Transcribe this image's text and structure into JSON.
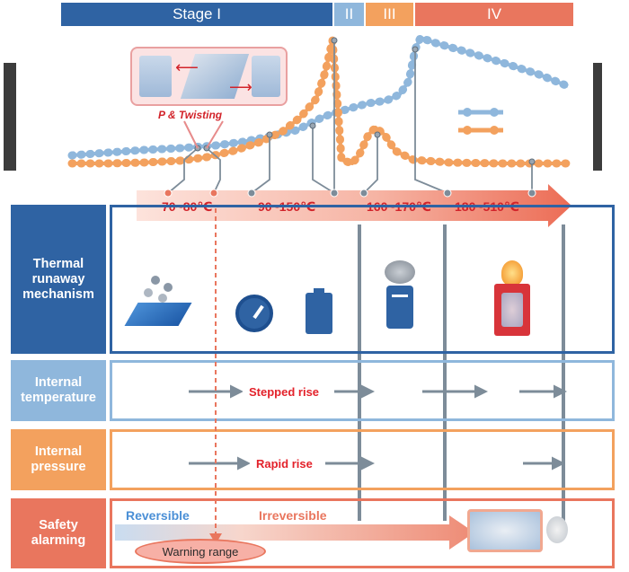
{
  "stages": [
    {
      "label": "Stage I",
      "color": "#2f63a3"
    },
    {
      "label": "II",
      "color": "#8fb7dc"
    },
    {
      "label": "III",
      "color": "#f3a15e"
    },
    {
      "label": "IV",
      "color": "#e9765e"
    }
  ],
  "inset": {
    "caption": "P & Twisting"
  },
  "temperature_labels": [
    "70~80℃",
    "90~150℃",
    "160~170℃",
    "180~510℃"
  ],
  "rows": {
    "mechanism": {
      "label": "Thermal runaway mechanism"
    },
    "temperature": {
      "label": "Internal temperature",
      "tag": "Stepped rise"
    },
    "pressure": {
      "label": "Internal pressure",
      "tag": "Rapid rise"
    },
    "safety": {
      "label": "Safety alarming",
      "reversible": "Reversible",
      "irreversible": "Irreversible",
      "warning": "Warning range"
    }
  },
  "colors": {
    "dark_blue": "#2f63a3",
    "light_blue": "#8fb7dc",
    "orange": "#f3a15e",
    "salmon": "#e9765e",
    "red_text": "#d2232a"
  },
  "icons": [
    "particles-on-electrode-icon",
    "gauge-icon",
    "battery-icon",
    "smoking-cell-icon",
    "burning-cell-icon",
    "exploding-cell-icon"
  ]
}
